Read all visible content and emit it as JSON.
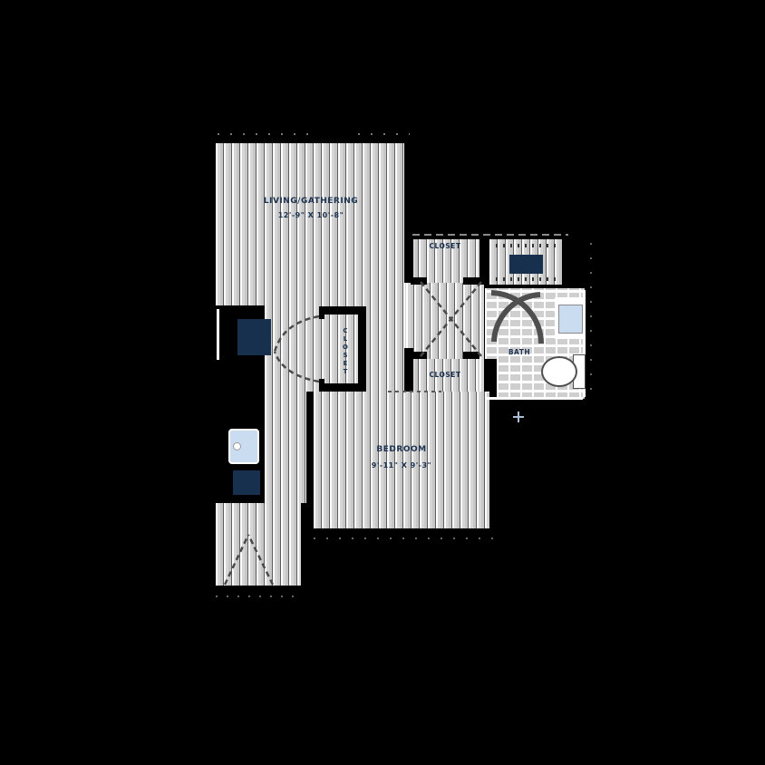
{
  "plan": {
    "title": "floor-plan",
    "rooms": {
      "living": {
        "label": "LIVING/GATHERING",
        "dims": "12'-9\" X 10'-8\""
      },
      "bedroom": {
        "label": "BEDROOM",
        "dims": "9'-11\" X 9'-3\""
      },
      "closet_top": {
        "label": "CLOSET"
      },
      "closet_bottom": {
        "label": "CLOSET"
      },
      "closet_center": {
        "label": "CLOSET"
      },
      "bath": {
        "label": "BATH"
      }
    },
    "colors": {
      "background": "#000000",
      "floor_stripe": "#d6d6d6",
      "label_navy": "#1b3150",
      "fixture_navy": "#16304e",
      "sink_blue": "#c9dcf0",
      "door_dash": "#4a4a4a"
    }
  }
}
